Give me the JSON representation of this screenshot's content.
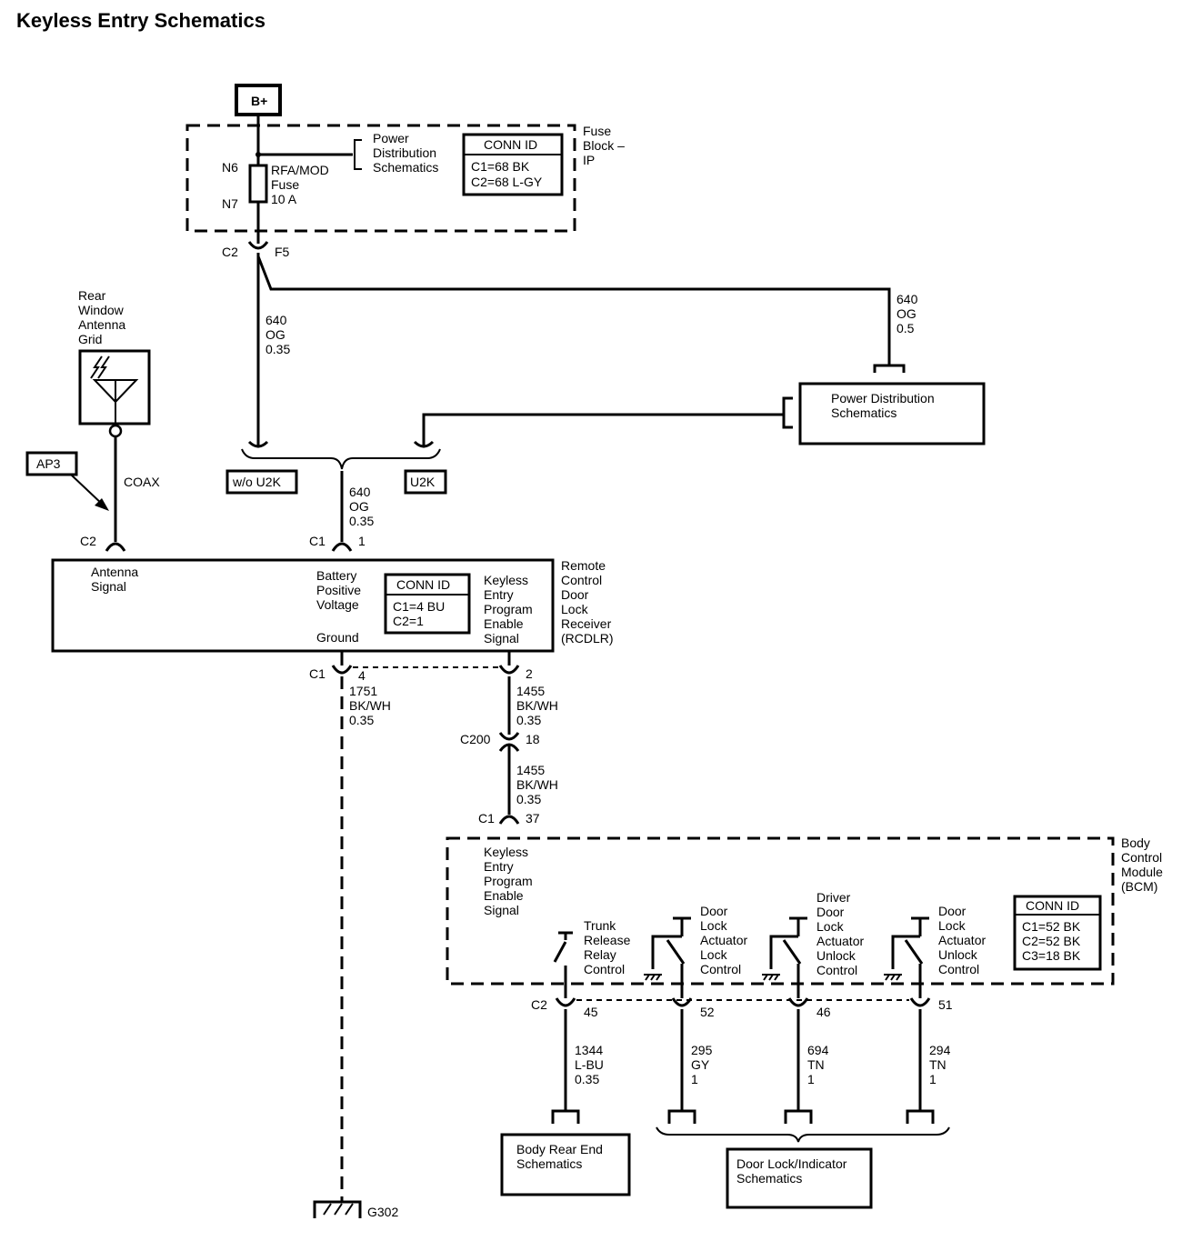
{
  "title": "Keyless Entry Schematics",
  "power": {
    "bplus": "B+",
    "fuse_block": [
      "Fuse",
      "Block –",
      "IP"
    ],
    "pds_ref": [
      "Power",
      "Distribution",
      "Schematics"
    ],
    "conn_id": {
      "header": "CONN ID",
      "lines": [
        "C1=68 BK",
        "C2=68 L-GY"
      ]
    },
    "fuse": {
      "pins": [
        "N6",
        "N7"
      ],
      "lines": [
        "RFA/MOD",
        "Fuse",
        "10 A"
      ]
    },
    "out_connector": {
      "name": "C2",
      "pin": "F5"
    }
  },
  "wires": {
    "w640_035_a": [
      "640",
      "OG",
      "0.35"
    ],
    "w640_05": [
      "640",
      "OG",
      "0.5"
    ],
    "w640_035_b": [
      "640",
      "OG",
      "0.35"
    ],
    "w1751": [
      "1751",
      "BK/WH",
      "0.35"
    ],
    "w1455_a": [
      "1455",
      "BK/WH",
      "0.35"
    ],
    "w1455_b": [
      "1455",
      "BK/WH",
      "0.35"
    ],
    "w1344": [
      "1344",
      "L-BU",
      "0.35"
    ],
    "w295": [
      "295",
      "GY",
      "1"
    ],
    "w694": [
      "694",
      "TN",
      "1"
    ],
    "w294": [
      "294",
      "TN",
      "1"
    ],
    "coax": "COAX"
  },
  "pds_box": [
    "Power Distribution",
    "Schematics"
  ],
  "options": {
    "wo_u2k": "w/o U2K",
    "u2k": "U2K"
  },
  "antenna": {
    "name": [
      "Rear",
      "Window",
      "Antenna",
      "Grid"
    ],
    "ap3": "AP3"
  },
  "rcdlr": {
    "name": [
      "Remote",
      "Control",
      "Door",
      "Lock",
      "Receiver",
      "(RCDLR)"
    ],
    "antenna_signal": [
      "Antenna",
      "Signal"
    ],
    "battery": [
      "Battery",
      "Positive",
      "Voltage"
    ],
    "ground": "Ground",
    "keyless": [
      "Keyless",
      "Entry",
      "Program",
      "Enable",
      "Signal"
    ],
    "conn_id": {
      "header": "CONN ID",
      "lines": [
        "C1=4 BU",
        "C2=1"
      ]
    },
    "c2_antenna": {
      "name": "C2"
    },
    "c1_battery": {
      "name": "C1",
      "pin": "1"
    },
    "c1_ground": {
      "name": "C1",
      "pin": "4"
    },
    "c1_keyless": {
      "pin": "2"
    }
  },
  "c200": {
    "name": "C200",
    "pin": "18"
  },
  "bcm": {
    "name": [
      "Body",
      "Control",
      "Module",
      "(BCM)"
    ],
    "keyless": [
      "Keyless",
      "Entry",
      "Program",
      "Enable",
      "Signal"
    ],
    "c1_in": {
      "name": "C1",
      "pin": "37"
    },
    "conn_id": {
      "header": "CONN ID",
      "lines": [
        "C1=52 BK",
        "C2=52 BK",
        "C3=18 BK"
      ]
    },
    "trunk": [
      "Trunk",
      "Release",
      "Relay",
      "Control"
    ],
    "lock": [
      "Door",
      "Lock",
      "Actuator",
      "Lock",
      "Control"
    ],
    "driver_unlock": [
      "Driver",
      "Door",
      "Lock",
      "Actuator",
      "Unlock",
      "Control"
    ],
    "unlock": [
      "Door",
      "Lock",
      "Actuator",
      "Unlock",
      "Control"
    ],
    "c2_out": {
      "name": "C2",
      "pins": [
        "45",
        "52",
        "46",
        "51"
      ]
    }
  },
  "body_rear": [
    "Body Rear End",
    "Schematics"
  ],
  "door_lock_ind": [
    "Door Lock/Indicator",
    "Schematics"
  ],
  "ground_ref": "G302"
}
